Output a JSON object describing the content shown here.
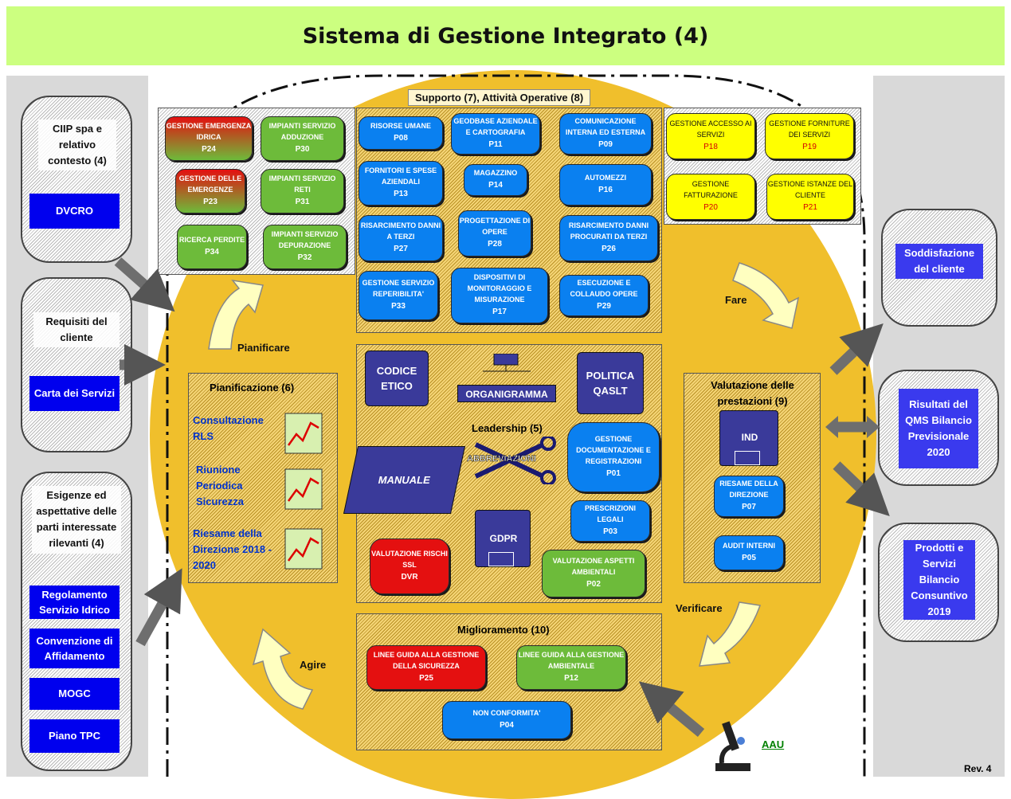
{
  "title": "Sistema di Gestione Integrato (4)",
  "revision": "Rev. 4",
  "left": {
    "context": "CIIP spa e relativo contesto (4)",
    "dvcro": "DVCRO",
    "requirements": "Requisiti del cliente",
    "carta": "Carta dei Servizi",
    "needs": "Esigenze ed aspettative delle parti interessate rilevanti (4)",
    "docs": [
      "Regolamento Servizio Idrico",
      "Convenzione di Affidamento",
      "MOGC",
      "Piano TPC"
    ]
  },
  "right": {
    "satisfaction": "Soddisfazione del cliente",
    "qms": "Risultati del QMS Bilancio Previsionale 2020",
    "products": "Prodotti e Servizi Bilancio Consuntivo 2019"
  },
  "sections": {
    "support": "Supporto (7), Attività Operative (8)",
    "planning": "Pianificazione (6)",
    "leadership": "Leadership (5)",
    "evaluation": "Valutazione delle prestazioni (9)",
    "improvement": "Miglioramento (10)"
  },
  "pdca": {
    "plan": "Pianificare",
    "do": "Fare",
    "check": "Verificare",
    "act": "Agire"
  },
  "green_group": [
    {
      "label": "GESTIONE EMERGENZA IDRICA",
      "code": "P24",
      "color": "redgreen"
    },
    {
      "label": "IMPIANTI SERVIZIO ADDUZIONE",
      "code": "P30",
      "color": "green"
    },
    {
      "label": "GESTIONE DELLE EMERGENZE",
      "code": "P23",
      "color": "redgreen"
    },
    {
      "label": "IMPIANTI SERVIZIO RETI",
      "code": "P31",
      "color": "green"
    },
    {
      "label": "RICERCA PERDITE",
      "code": "P34",
      "color": "green"
    },
    {
      "label": "IMPIANTI SERVIZIO DEPURAZIONE",
      "code": "P32",
      "color": "green"
    }
  ],
  "support_group": [
    {
      "label": "RISORSE UMANE",
      "code": "P08"
    },
    {
      "label": "GEODBASE AZIENDALE E CARTOGRAFIA",
      "code": "P11"
    },
    {
      "label": "COMUNICAZIONE INTERNA ED ESTERNA",
      "code": "P09"
    },
    {
      "label": "FORNITORI E SPESE AZIENDALI",
      "code": "P13"
    },
    {
      "label": "MAGAZZINO",
      "code": "P14"
    },
    {
      "label": "AUTOMEZZI",
      "code": "P16"
    },
    {
      "label": "RISARCIMENTO DANNI A TERZI",
      "code": "P27"
    },
    {
      "label": "PROGETTAZIONE DI OPERE",
      "code": "P28"
    },
    {
      "label": "RISARCIMENTO DANNI PROCURATI DA TERZI",
      "code": "P26"
    },
    {
      "label": "GESTIONE SERVIZIO REPERIBILITA'",
      "code": "P33"
    },
    {
      "label": "DISPOSITIVI DI MONITORAGGIO E MISURAZIONE",
      "code": "P17"
    },
    {
      "label": "ESECUZIONE E COLLAUDO OPERE",
      "code": "P29"
    }
  ],
  "yellow_group": [
    {
      "label": "GESTIONE ACCESSO AI SERVIZI",
      "code": "P18"
    },
    {
      "label": "GESTIONE FORNITURE DEI SERVIZI",
      "code": "P19"
    },
    {
      "label": "GESTIONE FATTURAZIONE",
      "code": "P20"
    },
    {
      "label": "GESTIONE ISTANZE DEL CLIENTE",
      "code": "P21"
    }
  ],
  "planning_items": [
    "Consultazione RLS",
    "Riunione Periodica Sicurezza",
    "Riesame della Direzione 2018 - 2020"
  ],
  "leadership": {
    "codice": "CODICE ETICO",
    "organigramma": "ORGANIGRAMMA",
    "politica": "POLITICA QASLT",
    "manuale": "MANUALE",
    "abbreviazioni": "ABBREVIAZIONI",
    "gdpr": "GDPR",
    "p01": {
      "label": "GESTIONE DOCUMENTAZIONE E REGISTRAZIONI",
      "code": "P01"
    },
    "p03": {
      "label": "PRESCRIZIONI LEGALI",
      "code": "P03"
    },
    "dvr": {
      "label": "VALUTAZIONE RISCHI SSL",
      "code": "DVR"
    },
    "p02": {
      "label": "VALUTAZIONE ASPETTI AMBIENTALI",
      "code": "P02"
    }
  },
  "evaluation": {
    "ind": "IND",
    "p07": {
      "label": "RIESAME DELLA DIREZIONE",
      "code": "P07"
    },
    "p05": {
      "label": "AUDIT INTERNI",
      "code": "P05"
    }
  },
  "improvement": {
    "p25": {
      "label": "LINEE GUIDA ALLA GESTIONE DELLA SICUREZZA",
      "code": "P25"
    },
    "p12": {
      "label": "LINEE GUIDA ALLA GESTIONE AMBIENTALE",
      "code": "P12"
    },
    "p04": {
      "label": "NON CONFORMITA'",
      "code": "P04"
    }
  },
  "aau": "AAU",
  "colors": {
    "title_bg": "#ccff80",
    "circle": "#f0bf2c",
    "blue": "#0a80f0",
    "green": "#6dbb3a",
    "yellow": "#ffff00",
    "red": "#e41010",
    "link_blue": "#0000ee"
  }
}
